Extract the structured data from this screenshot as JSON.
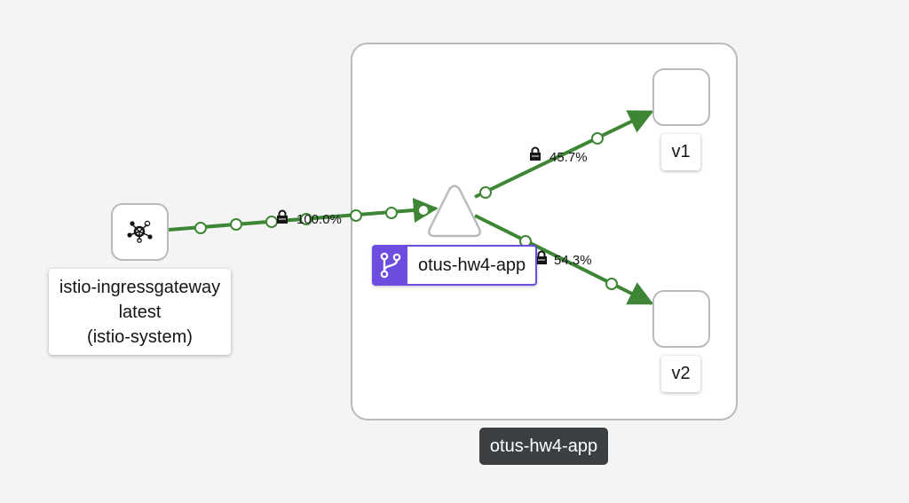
{
  "nodes": {
    "ingress": {
      "name": "istio-ingressgateway",
      "version": "latest",
      "namespace": "(istio-system)",
      "icon": "gateway-icon"
    },
    "service": {
      "name": "otus-hw4-app",
      "icon": "branch-icon",
      "badge_color": "#6d4ce0"
    },
    "v1": {
      "name": "v1"
    },
    "v2": {
      "name": "v2"
    },
    "group": {
      "name": "otus-hw4-app"
    }
  },
  "edges": {
    "ingress_to_service": {
      "label": "100.0%",
      "protocol_icon": "lock-icon"
    },
    "service_to_v1": {
      "label": "45.7%",
      "protocol_icon": "lock-icon"
    },
    "service_to_v2": {
      "label": "54.3%",
      "protocol_icon": "lock-icon"
    }
  },
  "colors": {
    "edge_healthy": "#3e8635",
    "node_border": "#b8bbbe",
    "background": "#f4f4f4"
  }
}
